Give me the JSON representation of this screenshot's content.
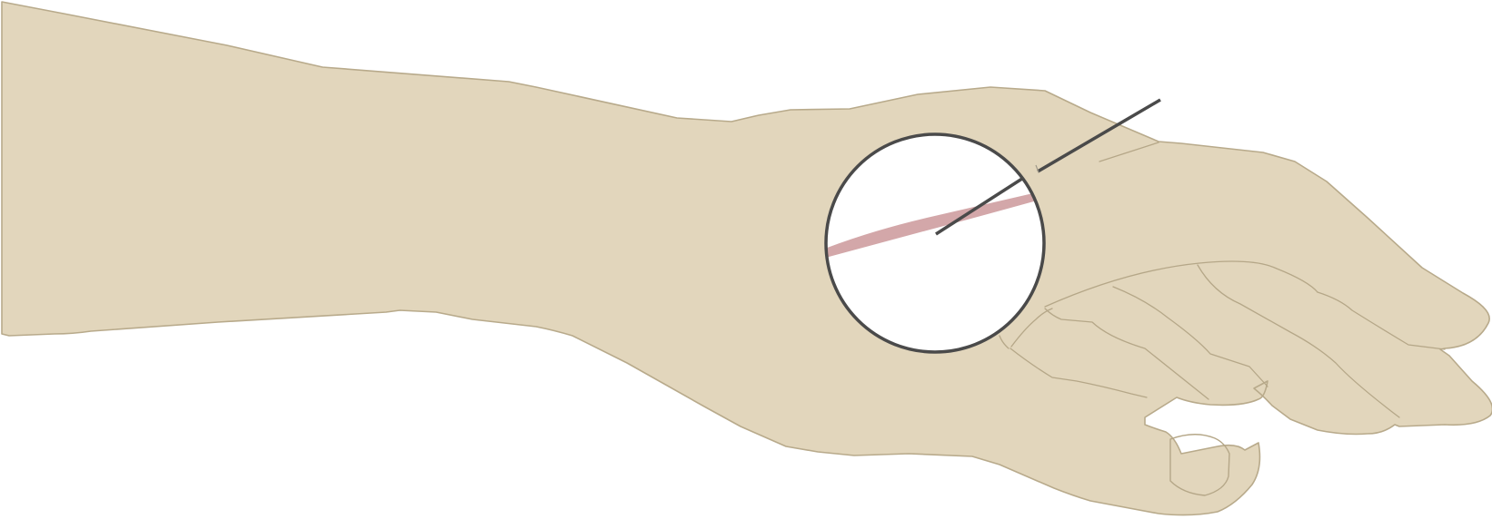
{
  "diagram": {
    "subject": "hand-and-forearm-illustration",
    "colors": {
      "skin": "#e2d6bc",
      "skin_outline": "#b8aa8b",
      "crease": "#b5a788",
      "vessel": "#d3a7a9",
      "lens_ring": "#4a4a4a",
      "needle": "#4a4a4a",
      "lens_background": "#ffffff"
    },
    "elements": [
      "forearm",
      "hand",
      "magnifier-lens",
      "blood-vessel",
      "needle"
    ]
  }
}
